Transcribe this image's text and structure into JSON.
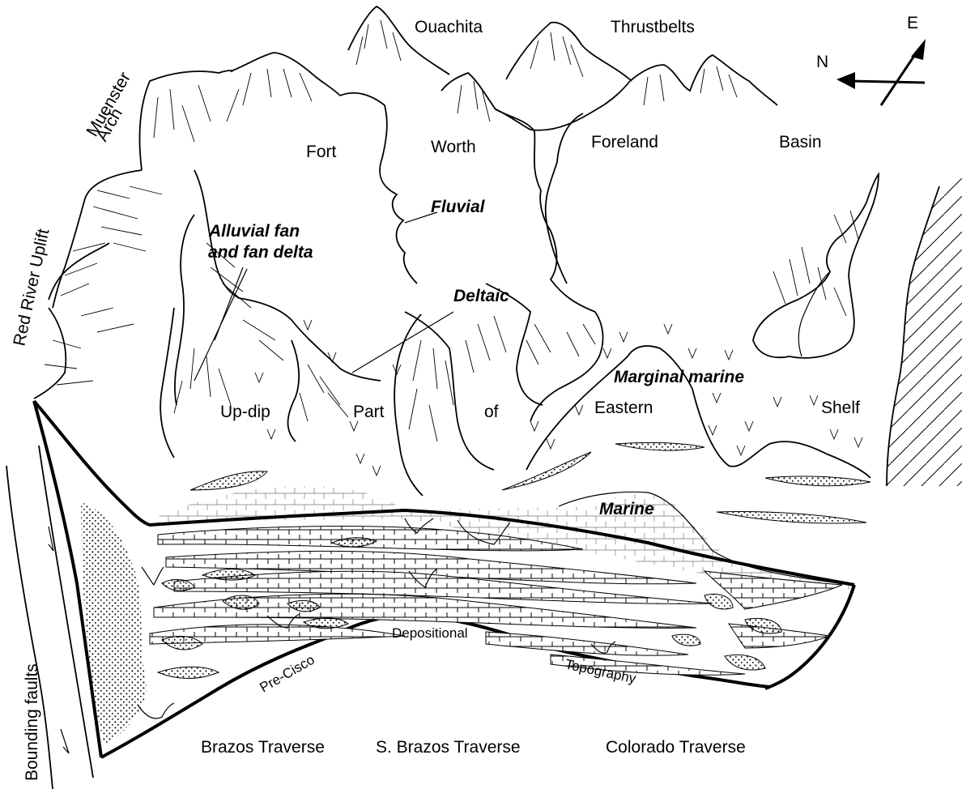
{
  "labels": {
    "ouachita": "Ouachita",
    "thrustbelts": "Thrustbelts",
    "muenster": "Muenster",
    "arch": "Arch",
    "red_river_uplift": "Red River Uplift",
    "fort": "Fort",
    "worth": "Worth",
    "foreland": "Foreland",
    "basin": "Basin",
    "fluvial": "Fluvial",
    "alluvial_fan_1": "Alluvial fan",
    "alluvial_fan_2": "and fan delta",
    "deltaic": "Deltaic",
    "marginal_marine": "Marginal marine",
    "up_dip": "Up-dip",
    "part": "Part",
    "of": "of",
    "eastern": "Eastern",
    "shelf": "Shelf",
    "marine": "Marine",
    "depositional": "Depositional",
    "pre_cisco": "Pre-Cisco",
    "topography": "Topography",
    "bounding_faults": "Bounding faults",
    "brazos_traverse": "Brazos Traverse",
    "s_brazos_traverse": "S. Brazos Traverse",
    "colorado_traverse": "Colorado Traverse"
  },
  "compass": {
    "east": "E",
    "north": "N"
  }
}
